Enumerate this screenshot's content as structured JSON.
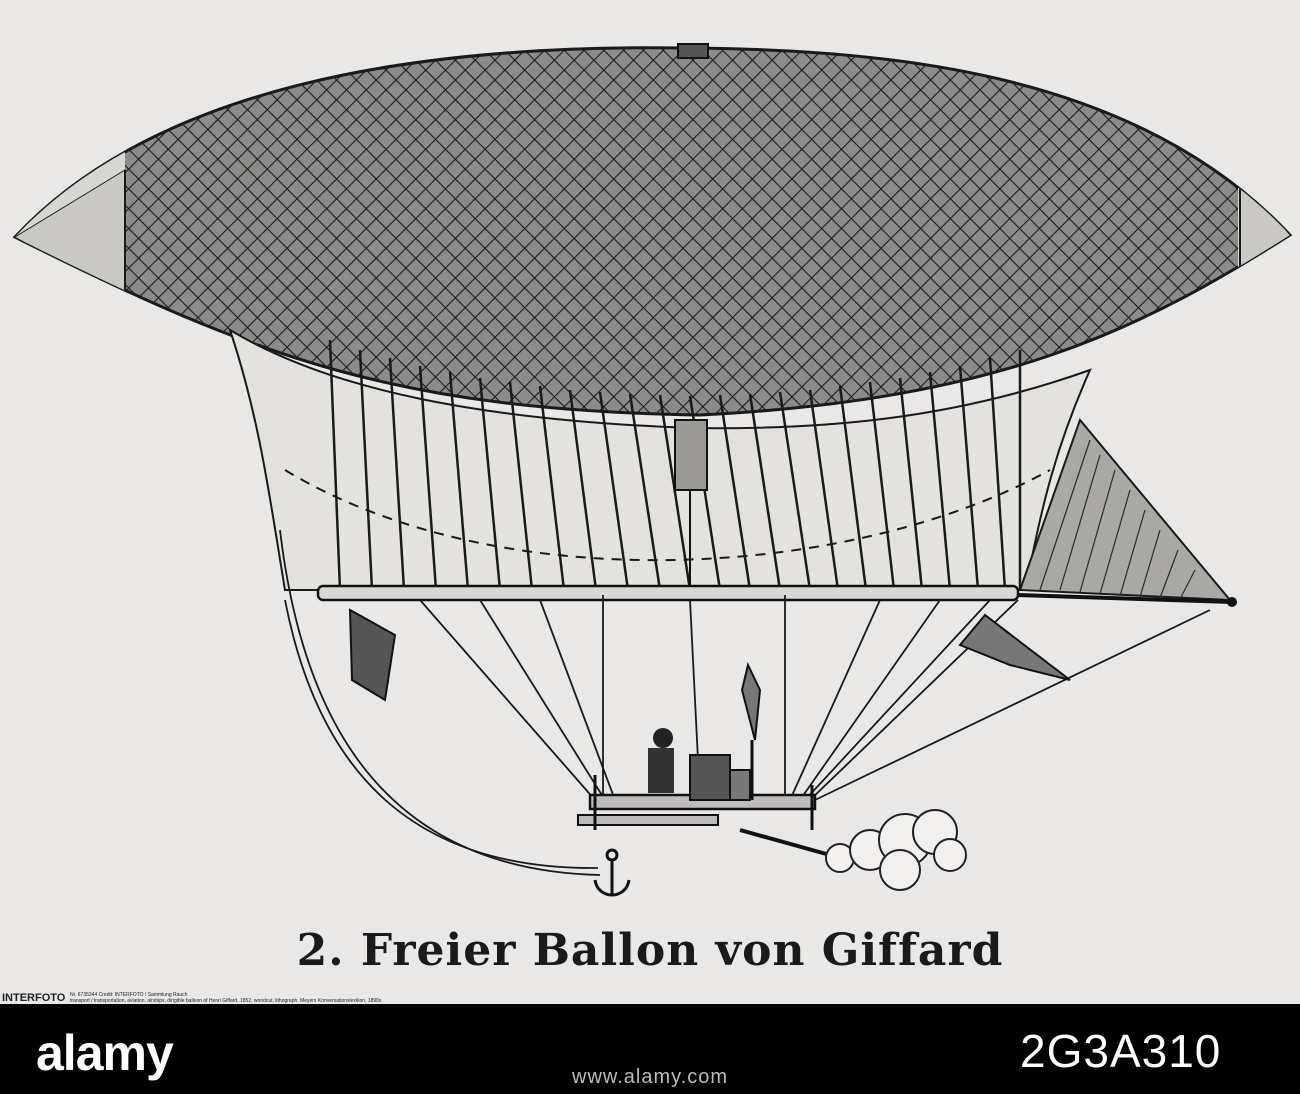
{
  "caption": "2. Freier Ballon von Giffard",
  "watermark": {
    "logo": "INTERFOTO",
    "line1": "Nr. 6735344 Credit: INTERFOTO / Sammlung Rauch",
    "line2": "transport / transportation, aviation, airships, dirigible balloon of Henri Giffard, 1852, woodcut, lithograph, Meyers Konversationslexikon, 1890s"
  },
  "footer": {
    "brand": "alamy",
    "image_id": "2G3A310",
    "url": "www.alamy.com"
  },
  "colors": {
    "paper": "#e9e8e6",
    "ink": "#1a1a1a",
    "footer_bg": "#000000",
    "footer_text": "#ffffff"
  }
}
